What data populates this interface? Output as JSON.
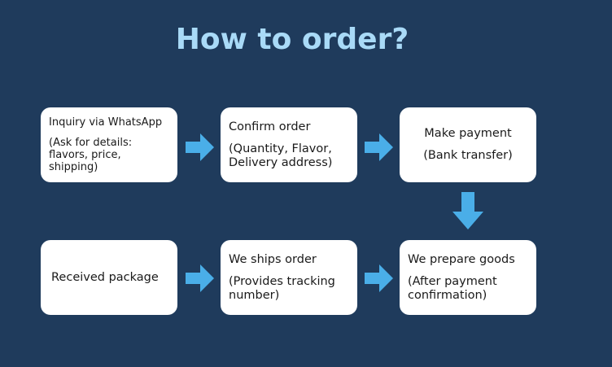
{
  "title": "How to order?",
  "steps": [
    {
      "heading": "Inquiry via WhatsApp",
      "detail": "(Ask for details: flavors, price, shipping)"
    },
    {
      "heading": "Confirm order",
      "detail": "(Quantity, Flavor, Delivery address)"
    },
    {
      "heading": "Make payment",
      "detail": "(Bank transfer)"
    },
    {
      "heading": "We prepare goods",
      "detail": "(After payment confirmation)"
    },
    {
      "heading": "We ships order",
      "detail": "(Provides tracking number)"
    },
    {
      "heading": "Received package"
    }
  ],
  "colors": {
    "background": "#1f3b5c",
    "title": "#a9daf7",
    "arrow": "#4aaee8"
  }
}
